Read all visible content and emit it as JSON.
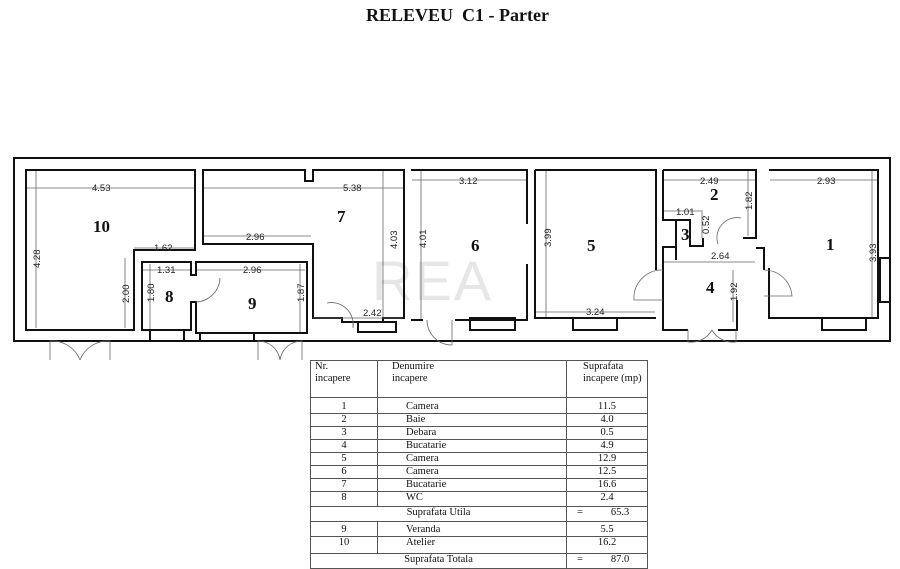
{
  "title": "RELEVEU  C1 - Parter",
  "watermark": "REA",
  "plan": {
    "rooms": [
      {
        "number": "1",
        "dims": [
          "2.93",
          "3.93"
        ]
      },
      {
        "number": "2",
        "dims": [
          "2.49",
          "1.82"
        ]
      },
      {
        "number": "3",
        "dims": [
          "1.01",
          "0.52"
        ]
      },
      {
        "number": "4",
        "dims": [
          "2.64",
          "1.92"
        ]
      },
      {
        "number": "5",
        "dims": [
          "3.24",
          "3.99"
        ]
      },
      {
        "number": "6",
        "dims": [
          "3.12",
          "4.01"
        ]
      },
      {
        "number": "7",
        "dims": [
          "5.38",
          "2.96",
          "4.03",
          "2.42"
        ]
      },
      {
        "number": "8",
        "dims": [
          "1.31",
          "1.80"
        ]
      },
      {
        "number": "9",
        "dims": [
          "2.96",
          "1.87"
        ]
      },
      {
        "number": "10",
        "dims": [
          "4.53",
          "4.28",
          "1.62",
          "2.00"
        ]
      }
    ]
  },
  "table": {
    "headers": [
      "Nr.\nincapere",
      "Denumire\nincapere",
      "Suprafata\nincapere (mp)"
    ],
    "header_lines": [
      [
        "Nr.",
        "incapere"
      ],
      [
        "Denumire",
        "incapere"
      ],
      [
        "Suprafata",
        "incapere (mp)"
      ]
    ],
    "rows": [
      {
        "nr": "1",
        "name": "Camera",
        "area": "11.5"
      },
      {
        "nr": "2",
        "name": "Baie",
        "area": "4.0"
      },
      {
        "nr": "3",
        "name": "Debara",
        "area": "0.5"
      },
      {
        "nr": "4",
        "name": "Bucatarie",
        "area": "4.9"
      },
      {
        "nr": "5",
        "name": "Camera",
        "area": "12.9"
      },
      {
        "nr": "6",
        "name": "Camera",
        "area": "12.5"
      },
      {
        "nr": "7",
        "name": "Bucatarie",
        "area": "16.6"
      },
      {
        "nr": "8",
        "name": "WC",
        "area": "2.4"
      }
    ],
    "subtotal": {
      "label": "Suprafata Utila",
      "eq": "=",
      "value": "65.3"
    },
    "extra_rows": [
      {
        "nr": "9",
        "name": "Veranda",
        "area": "5.5"
      },
      {
        "nr": "10",
        "name": "Atelier",
        "area": "16.2"
      }
    ],
    "total": {
      "label": "Suprafata Totala",
      "eq": "=",
      "value": "87.0"
    }
  }
}
